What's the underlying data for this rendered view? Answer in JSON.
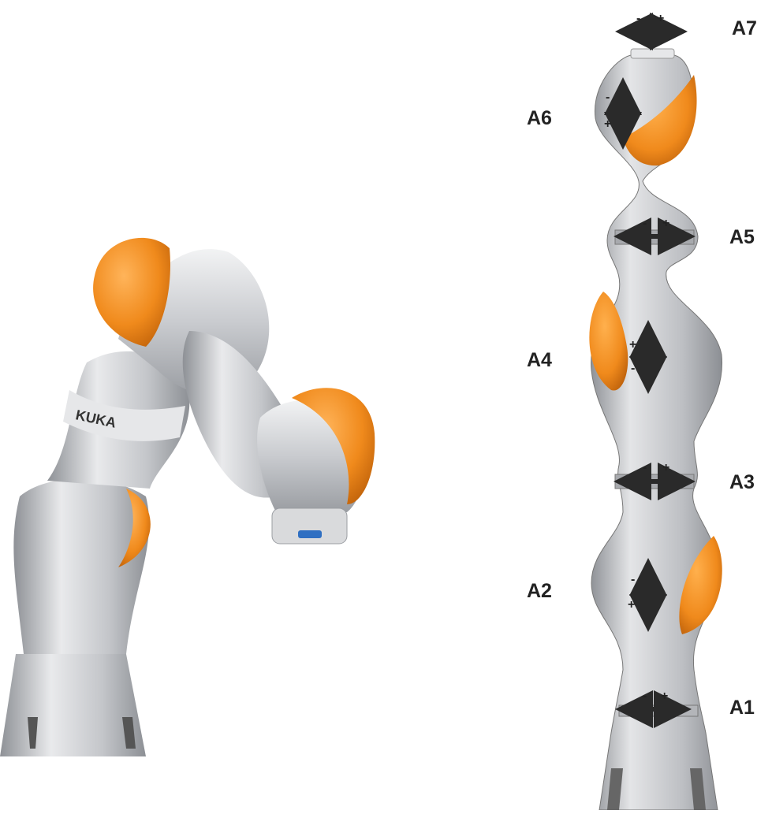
{
  "photo": {
    "brand_text": "KUKA",
    "colors": {
      "body": "#c9cbcf",
      "accent": "#f08a1c",
      "shadow": "#9ea1a6"
    }
  },
  "diagram": {
    "axes": [
      {
        "label": "A7"
      },
      {
        "label": "A6"
      },
      {
        "label": "A5"
      },
      {
        "label": "A4"
      },
      {
        "label": "A3"
      },
      {
        "label": "A2"
      },
      {
        "label": "A1"
      }
    ],
    "plus_sign": "+",
    "minus_sign": "-",
    "colors": {
      "body": "#b9bbbe",
      "accent": "#f08a1c",
      "arrow": "#2a2a2a"
    }
  }
}
